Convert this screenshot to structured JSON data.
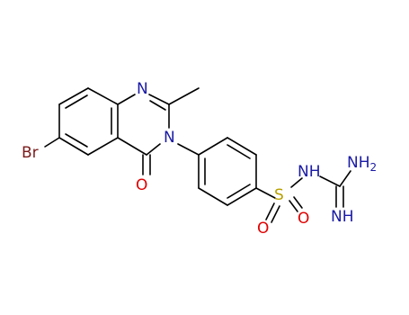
{
  "molecule": {
    "colors": {
      "bond": "#000000",
      "N": "#1a1aa6",
      "O": "#e00000",
      "S": "#b8a000",
      "Br": "#7a1a1a"
    },
    "atoms": {
      "N1": "N",
      "N3": "N",
      "O4": "O",
      "Br": "Br",
      "S": "S",
      "O_s1": "O",
      "O_s2": "O",
      "NH_s": "NH",
      "NH2": "NH",
      "NH2_sub": "2",
      "NH_im": "NH"
    }
  }
}
